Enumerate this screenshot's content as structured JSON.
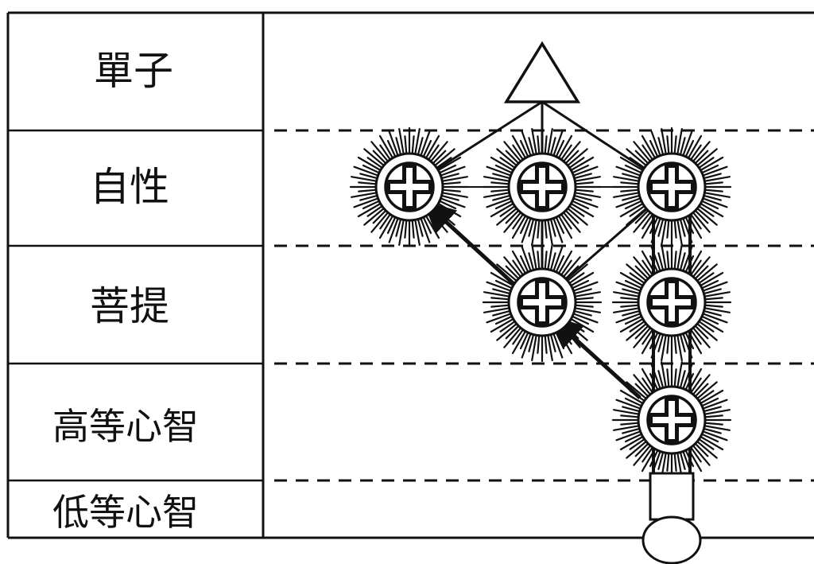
{
  "planes": [
    {
      "key": "monad",
      "label": "單子"
    },
    {
      "key": "atma",
      "label": "自性"
    },
    {
      "key": "buddhi",
      "label": "菩提"
    },
    {
      "key": "higher-mind",
      "label": "高等心智"
    },
    {
      "key": "lower-mind",
      "label": "低等心智"
    }
  ],
  "colors": {
    "ink": "#111111",
    "background": "#ffffff"
  }
}
